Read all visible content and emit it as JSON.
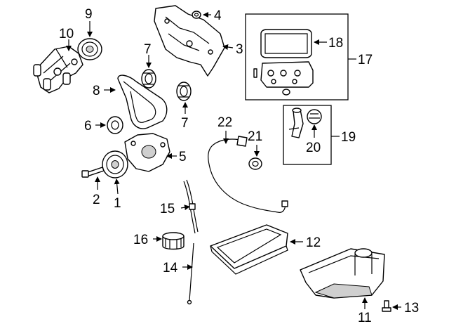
{
  "callouts": {
    "c1": "1",
    "c2": "2",
    "c3": "3",
    "c4": "4",
    "c5": "5",
    "c6": "6",
    "c7a": "7",
    "c7b": "7",
    "c8": "8",
    "c9": "9",
    "c10": "10",
    "c11": "11",
    "c12": "12",
    "c13": "13",
    "c14": "14",
    "c15": "15",
    "c16": "16",
    "c17": "17",
    "c18": "18",
    "c19": "19",
    "c20": "20",
    "c21": "21",
    "c22": "22"
  }
}
